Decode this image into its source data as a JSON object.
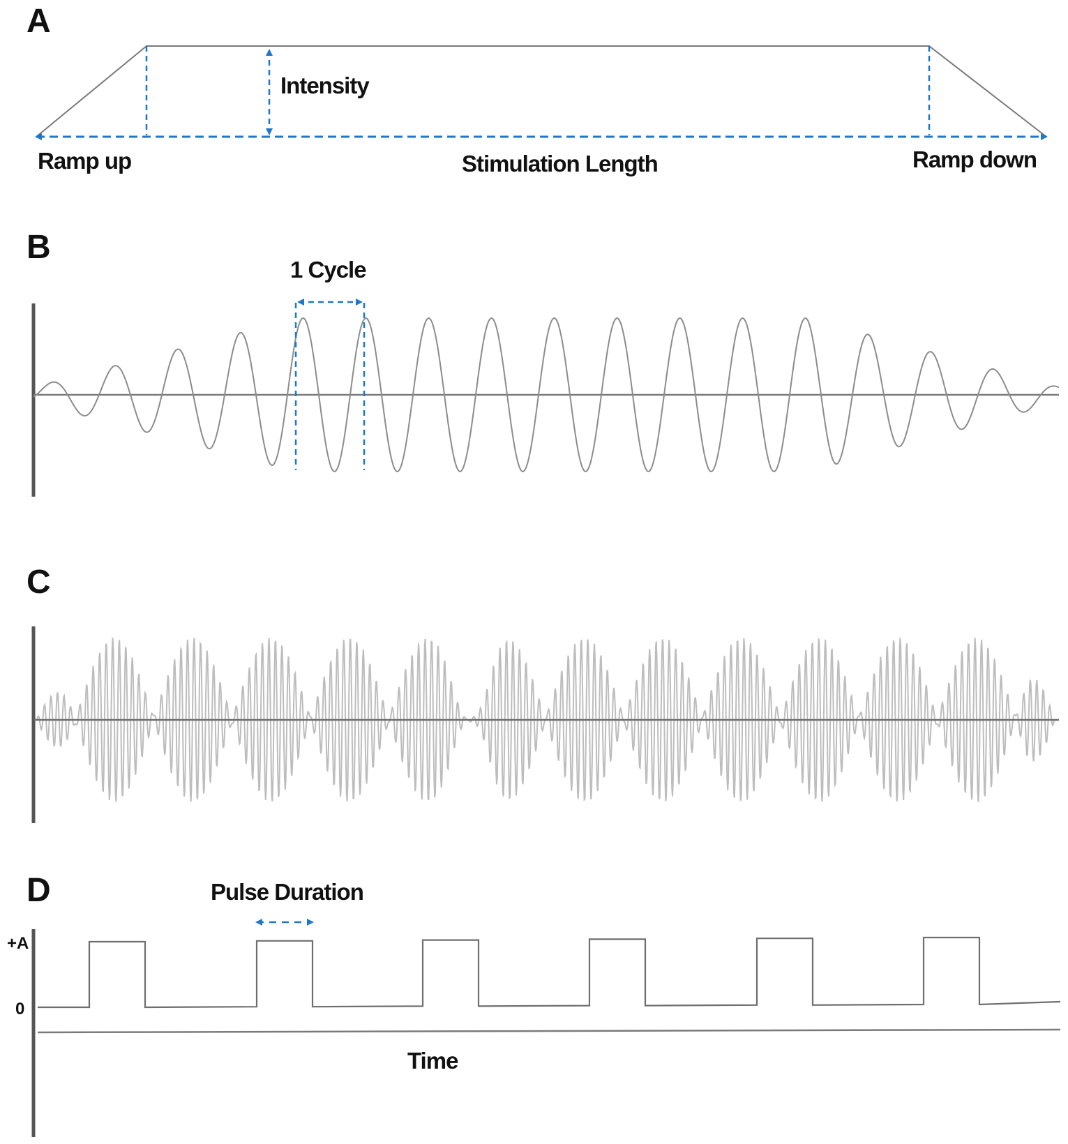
{
  "colors": {
    "accent_blue": "#1f77c9",
    "wave_gray": "#8c8c8c",
    "wave_light": "#bdbdbd",
    "axis_dark": "#555555",
    "line_gray": "#7a7a7a"
  },
  "panels": {
    "a": {
      "letter": "A",
      "intensity_label": "Intensity",
      "ramp_up_label": "Ramp up",
      "length_label": "Stimulation Length",
      "ramp_down_label": "Ramp down"
    },
    "b": {
      "letter": "B",
      "cycle_label": "1 Cycle"
    },
    "c": {
      "letter": "C"
    },
    "d": {
      "letter": "D",
      "pulse_label": "Pulse Duration",
      "y_top_label": "+A",
      "y_zero_label": "0",
      "x_label": "Time"
    }
  }
}
